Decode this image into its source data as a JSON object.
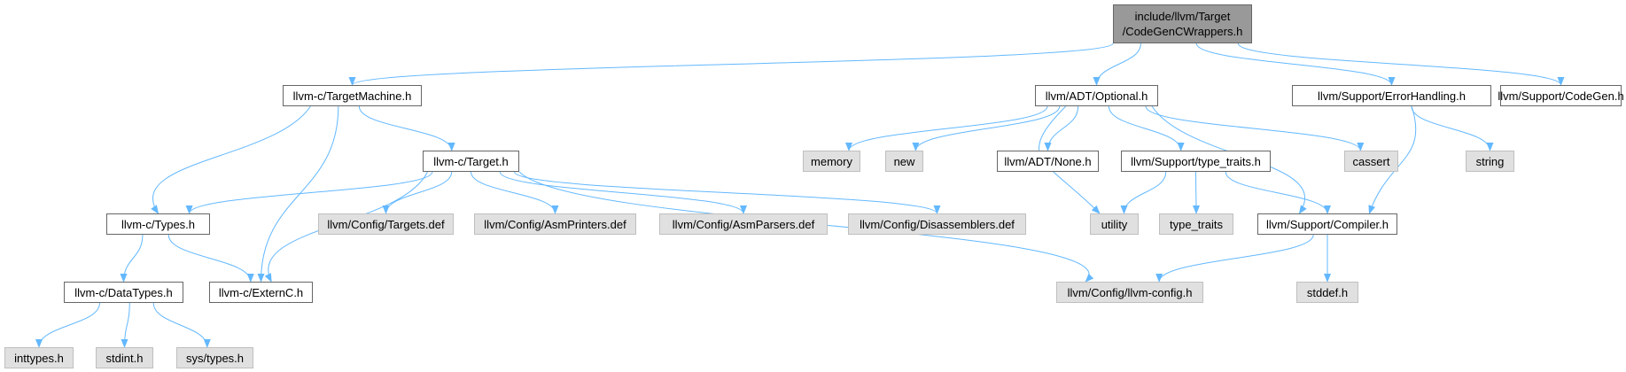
{
  "root": {
    "line1": "include/llvm/Target",
    "line2": "/CodeGenCWrappers.h"
  },
  "nodes": {
    "targetmachine": "llvm-c/TargetMachine.h",
    "optional": "llvm/ADT/Optional.h",
    "errorhandling": "llvm/Support/ErrorHandling.h",
    "codegen": "llvm/Support/CodeGen.h",
    "target": "llvm-c/Target.h",
    "memory": "memory",
    "new": "new",
    "none": "llvm/ADT/None.h",
    "typetraits_h": "llvm/Support/type_traits.h",
    "cassert": "cassert",
    "string": "string",
    "types": "llvm-c/Types.h",
    "targets_def": "llvm/Config/Targets.def",
    "asmprinters_def": "llvm/Config/AsmPrinters.def",
    "asmparsers_def": "llvm/Config/AsmParsers.def",
    "disassemblers_def": "llvm/Config/Disassemblers.def",
    "utility": "utility",
    "type_traits": "type_traits",
    "compiler": "llvm/Support/Compiler.h",
    "datatypes": "llvm-c/DataTypes.h",
    "externc": "llvm-c/ExternC.h",
    "llvmconfig": "llvm/Config/llvm-config.h",
    "stddef": "stddef.h",
    "inttypes": "inttypes.h",
    "stdint": "stdint.h",
    "systypes": "sys/types.h"
  },
  "colors": {
    "edge": "#63b8ff",
    "root_fill": "#999999",
    "external_fill": "#e0e0e0",
    "document_fill": "#ffffff"
  }
}
